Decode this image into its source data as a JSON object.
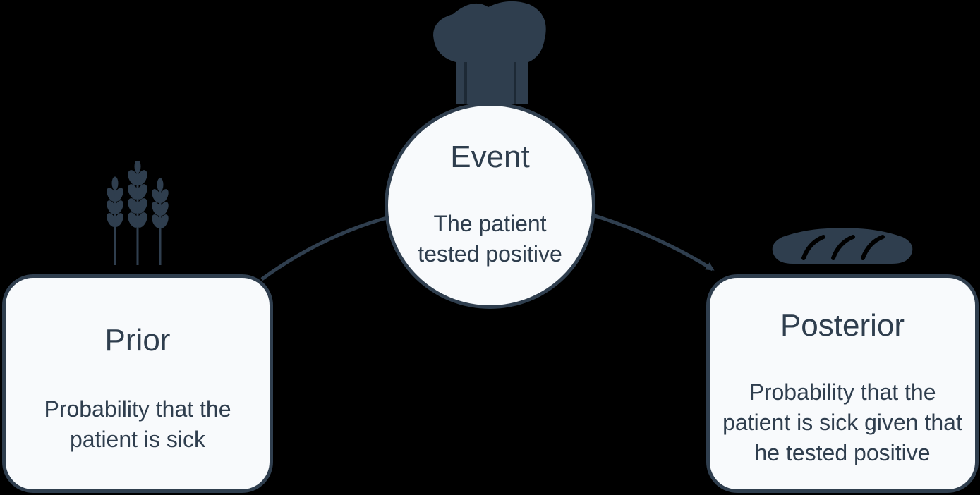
{
  "event": {
    "title": "Event",
    "description": "The patient tested positive"
  },
  "prior": {
    "title": "Prior",
    "description": "Probability that the patient is sick"
  },
  "posterior": {
    "title": "Posterior",
    "description": "Probability that the patient is sick given that he tested positive"
  },
  "icons": {
    "event_icon": "chef-hat-icon",
    "prior_icon": "wheat-icon",
    "posterior_icon": "bread-loaf-icon"
  },
  "colors": {
    "background": "#000000",
    "node_fill": "#f8fafc",
    "ink": "#2f3e4e"
  }
}
